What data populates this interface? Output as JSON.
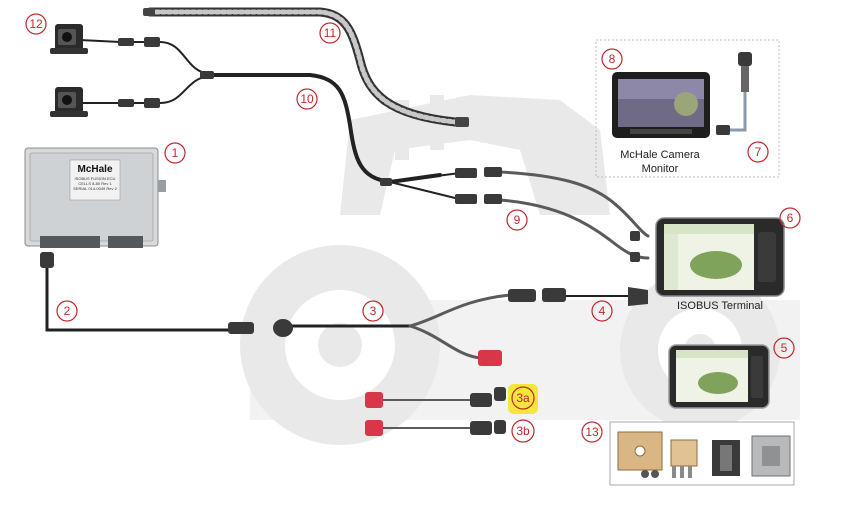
{
  "callouts": {
    "c1": "1",
    "c2": "2",
    "c3": "3",
    "c3a": "3a",
    "c3b": "3b",
    "c4": "4",
    "c5": "5",
    "c6": "6",
    "c7": "7",
    "c8": "8",
    "c9": "9",
    "c10": "10",
    "c11": "11",
    "c12": "12",
    "c13": "13"
  },
  "labels": {
    "camera_monitor_line1": "McHale Camera",
    "camera_monitor_line2": "Monitor",
    "isobus_terminal": "ISOBUS Terminal"
  },
  "ecu": {
    "brand": "McHale",
    "sticker_line1": "ISOBUS FUSION ECU",
    "sticker_line2": "CELLS 8-80 Rev 1",
    "sticker_line3": "SERIAL 014-0049 Rev 2"
  },
  "colors": {
    "callout": "#c0282d",
    "highlight": "#f5e63a",
    "cable_dark": "#222222",
    "cable_grey": "#5a5a5a",
    "connector_red": "#d9364a",
    "tractor_watermark": "#e9e9e9"
  }
}
